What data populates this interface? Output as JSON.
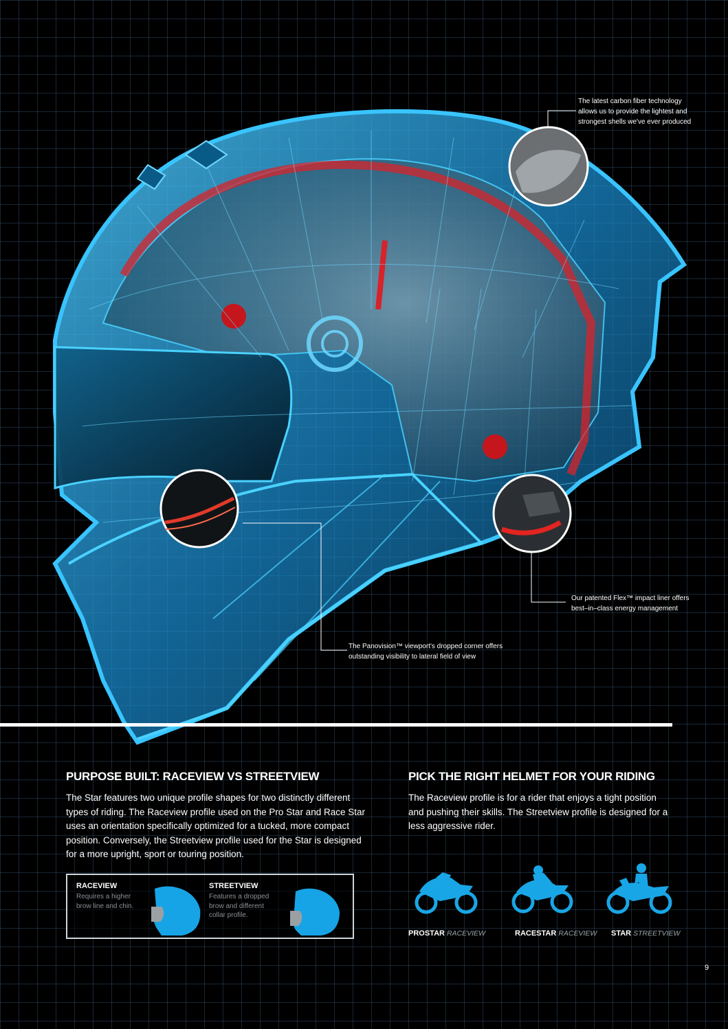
{
  "callouts": {
    "carbon": "The latest carbon fiber technology allows us to provide the lightest and strongest shells we've ever produced",
    "carbon_lines": [
      "The latest carbon fiber technology",
      "allows us to provide the lightest and",
      "strongest shells we've ever produced"
    ],
    "flex_lines": [
      "Our patented Flex™ impact liner offers",
      "best–in–class energy management"
    ],
    "panovision_lines": [
      "The Panovision™ viewport's dropped corner offers",
      "outstanding visibility to lateral field of view"
    ]
  },
  "left_section": {
    "heading": "PURPOSE BUILT: RACEVIEW VS STREETVIEW",
    "body": "The Star features two unique profile shapes for two distinctly different types of riding. The Raceview profile used on the Pro Star and Race Star uses an orientation specifically optimized for a tucked, more compact position. Conversely, the Streetview profile used for the Star is designed for a more upright, sport or touring position."
  },
  "compare": {
    "raceview_title": "RACEVIEW",
    "raceview_desc": "Requires a higher brow line and chin.",
    "streetview_title": "STREETVIEW",
    "streetview_desc": "Features a dropped brow and different collar profile."
  },
  "right_section": {
    "heading": "PICK THE RIGHT HELMET FOR YOUR RIDING",
    "body": "The Raceview profile is for a rider that enjoys a tight position and pushing their skills. The Streetview profile is designed for a less aggressive rider."
  },
  "bikes": [
    {
      "model": "PROSTAR",
      "profile": "RACEVIEW",
      "icon": "sportbike-icon"
    },
    {
      "model": "RACESTAR",
      "profile": "RACEVIEW",
      "icon": "sportbike-rider-icon"
    },
    {
      "model": "STAR",
      "profile": "STREETVIEW",
      "icon": "touring-bike-rider-icon"
    }
  ],
  "page_number": "9",
  "colors": {
    "background": "#000000",
    "grid": "#46698f",
    "helmet_blue": "#1aa3e8",
    "accent_red": "#e02020",
    "icon_blue": "#19a6e6"
  }
}
